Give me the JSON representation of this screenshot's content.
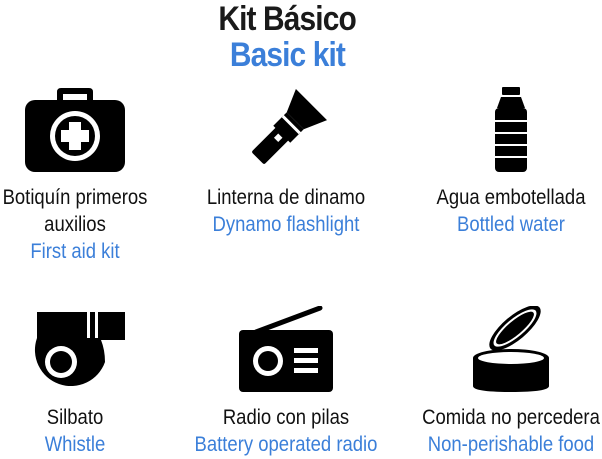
{
  "title": {
    "spanish": "Kit Básico",
    "english": "Basic kit"
  },
  "colors": {
    "accent": "#3b7fd9",
    "text": "#111111",
    "icon": "#000000"
  },
  "items": [
    {
      "icon": "first-aid-kit-icon",
      "spanish_line1": "Botiquín primeros",
      "spanish_line2": "auxilios",
      "english": "First aid kit"
    },
    {
      "icon": "flashlight-icon",
      "spanish_line1": "Linterna de dinamo",
      "english": "Dynamo flashlight"
    },
    {
      "icon": "water-bottle-icon",
      "spanish_line1": "Agua embotellada",
      "english": "Bottled water"
    },
    {
      "icon": "whistle-icon",
      "spanish_line1": "Silbato",
      "english": "Whistle"
    },
    {
      "icon": "radio-icon",
      "spanish_line1": "Radio con pilas",
      "english": "Battery operated radio"
    },
    {
      "icon": "canned-food-icon",
      "spanish_line1": "Comida no percedera",
      "english": "Non-perishable food"
    }
  ]
}
